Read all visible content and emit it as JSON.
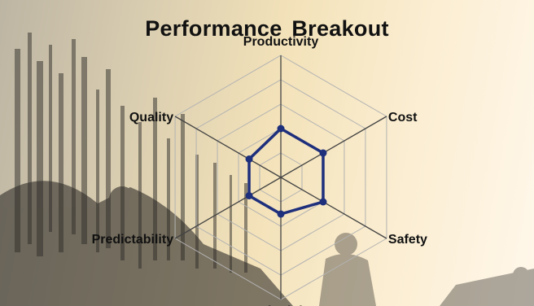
{
  "chart_data": {
    "type": "radar",
    "title": "Performance Breakout",
    "axes": [
      "Productivity",
      "Cost",
      "Safety",
      "Schedule",
      "Predictability",
      "Quality"
    ],
    "series": [
      {
        "values": [
          2,
          2,
          2,
          1.5,
          1.5,
          1.5
        ]
      }
    ],
    "rlim": [
      0,
      5
    ],
    "rings": 5,
    "grid": true,
    "legend": "none",
    "colors": {
      "series": "#1e2f7c",
      "axis": "#444444",
      "grid": "#b3b3b3"
    }
  }
}
